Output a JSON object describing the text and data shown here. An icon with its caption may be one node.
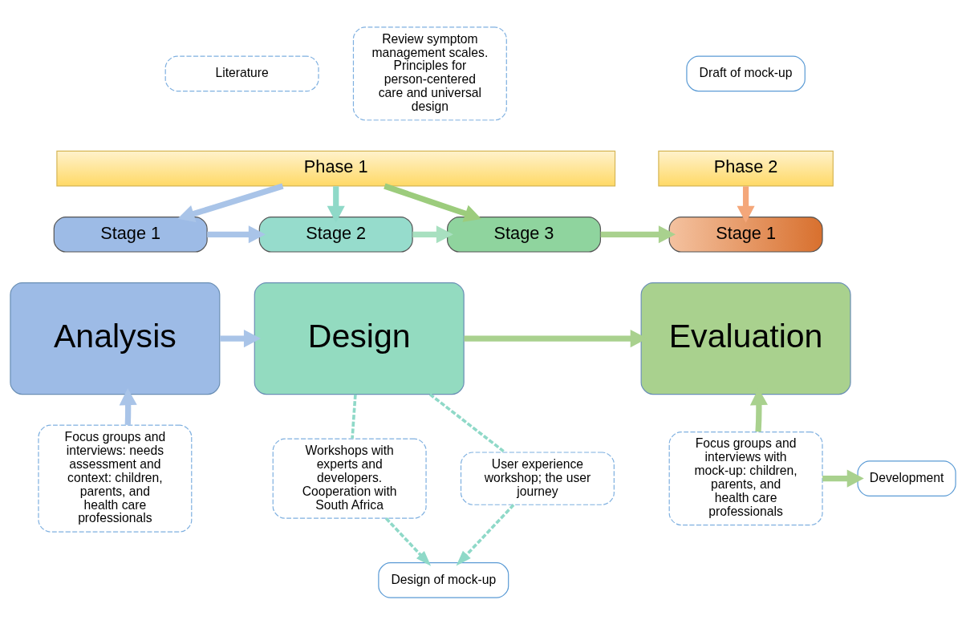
{
  "diagram": {
    "nodes": [
      {
        "text": [
          "Literature"
        ]
      },
      {
        "text": [
          "Review symptom management scales. Principles for person-centered care and universal design"
        ]
      },
      {
        "text": [
          "Draft of mock-up"
        ]
      },
      {
        "text": [
          "Phase 1"
        ]
      },
      {
        "text": [
          "Phase 2"
        ]
      },
      {
        "text": [
          "Stage 1"
        ]
      },
      {
        "text": [
          "Stage 2"
        ]
      },
      {
        "text": [
          "Stage 3"
        ]
      },
      {
        "text": [
          "Stage 1"
        ]
      },
      {
        "text": [
          "Analysis"
        ]
      },
      {
        "text": [
          "Design"
        ]
      },
      {
        "text": [
          "Evaluation"
        ]
      },
      {
        "text": [
          "Focus groups and interviews: needs assessment and context: children, parents, and health care professionals"
        ]
      },
      {
        "text": [
          "Workshops with experts and developers. Cooperation with South Africa"
        ]
      },
      {
        "text": [
          "User experience workshop; the user journey"
        ]
      },
      {
        "text": [
          "Focus groups and interviews with mock-up: children, parents, and health care professionals"
        ]
      },
      {
        "text": [
          "Development"
        ]
      },
      {
        "text": [
          "Design of mock-up"
        ]
      }
    ],
    "edges": [
      {
        "from": 3,
        "to": 5,
        "arrow": "to",
        "color": "#a9c4e8"
      },
      {
        "from": 3,
        "to": 6,
        "arrow": "to",
        "color": "#8fd9c8"
      },
      {
        "from": 3,
        "to": 7,
        "arrow": "to",
        "color": "#9ccc7c"
      },
      {
        "from": 4,
        "to": 8,
        "arrow": "to",
        "color": "#f4a77a"
      },
      {
        "from": 5,
        "to": 6,
        "arrow": "to",
        "color": "#a9c4e8"
      },
      {
        "from": 6,
        "to": 7,
        "arrow": "to",
        "color": "#a8e0c0"
      },
      {
        "from": 7,
        "to": 8,
        "arrow": "to",
        "color": "#a9d18e"
      },
      {
        "from": 9,
        "to": 10,
        "arrow": "to",
        "color": "#a9c4e8"
      },
      {
        "from": 10,
        "to": 11,
        "arrow": "to",
        "color": "#a9d18e"
      },
      {
        "from": 12,
        "to": 9,
        "arrow": "to",
        "color": "#a9c4e8"
      },
      {
        "from": 10,
        "to": 13,
        "arrow": "none",
        "style": "dashed",
        "color": "#8fd9c8"
      },
      {
        "from": 10,
        "to": 14,
        "arrow": "none",
        "style": "dashed",
        "color": "#8fd9c8"
      },
      {
        "from": 13,
        "to": 17,
        "arrow": "to",
        "style": "dashed",
        "color": "#8fd9c8"
      },
      {
        "from": 14,
        "to": 17,
        "arrow": "to",
        "style": "dashed",
        "color": "#8fd9c8"
      },
      {
        "from": 15,
        "to": 11,
        "arrow": "to",
        "color": "#a9d18e"
      },
      {
        "from": 15,
        "to": 16,
        "arrow": "to",
        "color": "#a9d18e"
      }
    ]
  }
}
